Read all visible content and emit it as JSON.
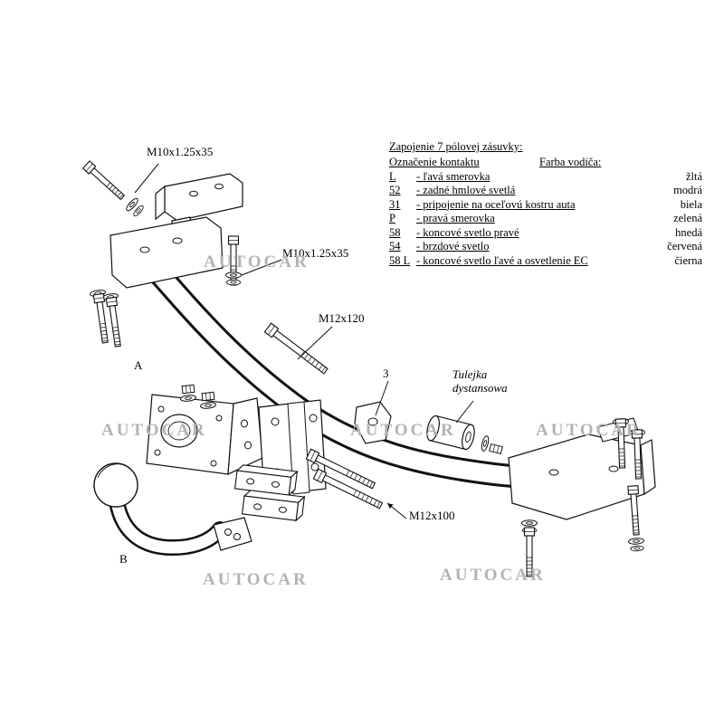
{
  "watermark": {
    "text": "AUTOCAR"
  },
  "labels": {
    "bolt_top_left": "M10x1.25x35",
    "bolt_left": "M10x1.25x35",
    "bolt_m12x120": "M12x120",
    "bolt_m12x100": "M12x100",
    "spacer_line1": "Tulejka",
    "spacer_line2": "dystansowa",
    "part_a": "A",
    "part_b": "B",
    "part_3": "3"
  },
  "wiring_table": {
    "title": "Zapojenie 7 pólovej zásuvky:",
    "col_contact": "Označenie kontaktu",
    "col_color": "Farba vodiča:",
    "rows": [
      {
        "code": "L",
        "desc": "- ľavá smerovka",
        "color": "žltá"
      },
      {
        "code": "52",
        "desc": "- zadné hmlové svetlá",
        "color": "modrá"
      },
      {
        "code": "31",
        "desc": "- pripojenie na oceľovú kostru auta",
        "color": "biela"
      },
      {
        "code": "P",
        "desc": "- pravá smerovka",
        "color": "zelená"
      },
      {
        "code": "58",
        "desc": "- koncové svetlo pravé",
        "color": "hnedá"
      },
      {
        "code": "54",
        "desc": "- brzdové svetlo",
        "color": "červená"
      },
      {
        "code": "58 L",
        "desc": "- koncové svetlo ľavé a osvetlenie EC",
        "color": "čierna"
      }
    ]
  }
}
